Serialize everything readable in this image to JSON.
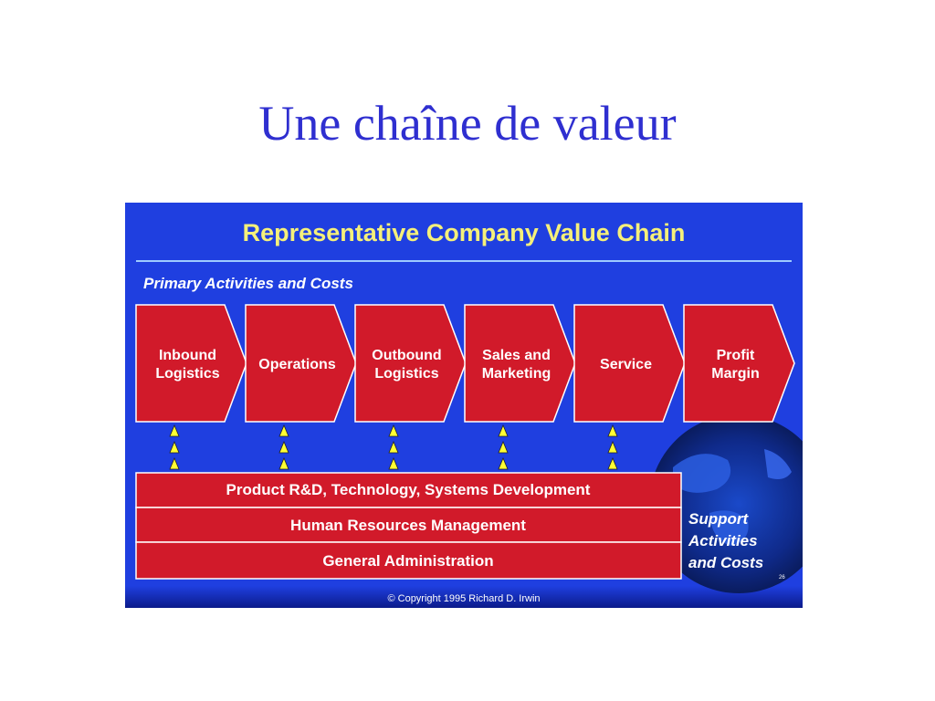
{
  "slide": {
    "title": "Une chaîne de valeur"
  },
  "diagram": {
    "heading": "Representative Company Value Chain",
    "primary_label": "Primary Activities and Costs",
    "primary_activities": [
      {
        "line1": "Inbound",
        "line2": "Logistics"
      },
      {
        "line1": "Operations",
        "line2": ""
      },
      {
        "line1": "Outbound",
        "line2": "Logistics"
      },
      {
        "line1": "Sales and",
        "line2": "Marketing"
      },
      {
        "line1": "Service",
        "line2": ""
      },
      {
        "line1": "Profit",
        "line2": "Margin"
      }
    ],
    "support_activities": [
      "Product R&D, Technology, Systems Development",
      "Human Resources Management",
      "General Administration"
    ],
    "support_label": [
      "Support",
      "Activities",
      "and Costs"
    ],
    "page_mark": "26",
    "copyright": "© Copyright 1995 Richard D. Irwin"
  },
  "colors": {
    "panel_blue": "#1f3fe0",
    "heading_yellow": "#f5f07a",
    "box_red": "#d11a2a",
    "box_text": "#ffffff",
    "title_blue": "#2f2fd0",
    "connector_yellow": "#ffff33"
  }
}
